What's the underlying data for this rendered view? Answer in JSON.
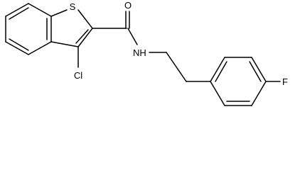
{
  "molecule": {
    "atoms": {
      "sulfur": "S",
      "oxygen": "O",
      "nitrogen_h": "NH",
      "chlorine": "Cl",
      "fluorine": "F"
    }
  },
  "colors": {
    "bond": "#000000",
    "label": "#000000",
    "background": "#ffffff"
  }
}
